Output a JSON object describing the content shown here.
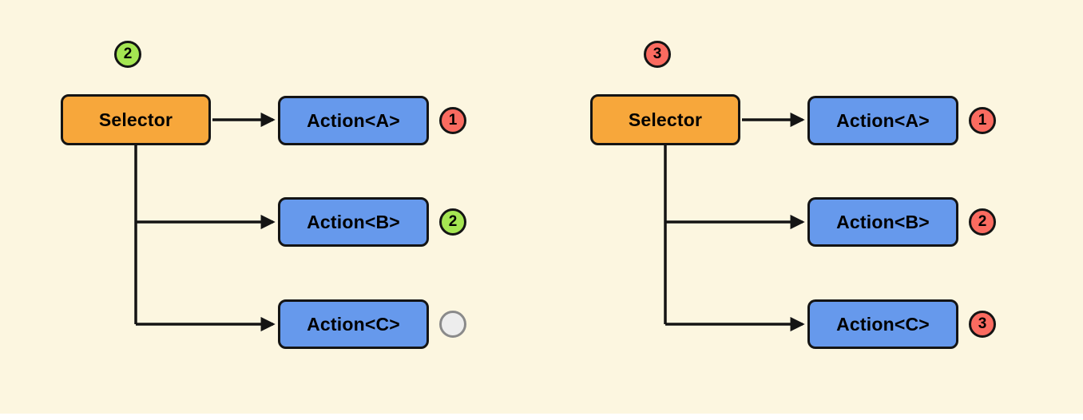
{
  "colors": {
    "background": "#FCF6E0",
    "selector_fill": "#F7A73B",
    "action_fill": "#6699EC",
    "badge_red": "#FA6B60",
    "badge_green": "#A5E652",
    "badge_empty": "#EDEDED",
    "line": "#141414"
  },
  "diagrams": [
    {
      "root_badge": {
        "label": "2",
        "color": "green"
      },
      "selector": {
        "label": "Selector"
      },
      "actions": [
        {
          "label": "Action<A>",
          "badge": {
            "label": "1",
            "color": "red"
          }
        },
        {
          "label": "Action<B>",
          "badge": {
            "label": "2",
            "color": "green"
          }
        },
        {
          "label": "Action<C>",
          "badge": {
            "label": "",
            "color": "gray"
          }
        }
      ]
    },
    {
      "root_badge": {
        "label": "3",
        "color": "red"
      },
      "selector": {
        "label": "Selector"
      },
      "actions": [
        {
          "label": "Action<A>",
          "badge": {
            "label": "1",
            "color": "red"
          }
        },
        {
          "label": "Action<B>",
          "badge": {
            "label": "2",
            "color": "red"
          }
        },
        {
          "label": "Action<C>",
          "badge": {
            "label": "3",
            "color": "red"
          }
        }
      ]
    }
  ]
}
